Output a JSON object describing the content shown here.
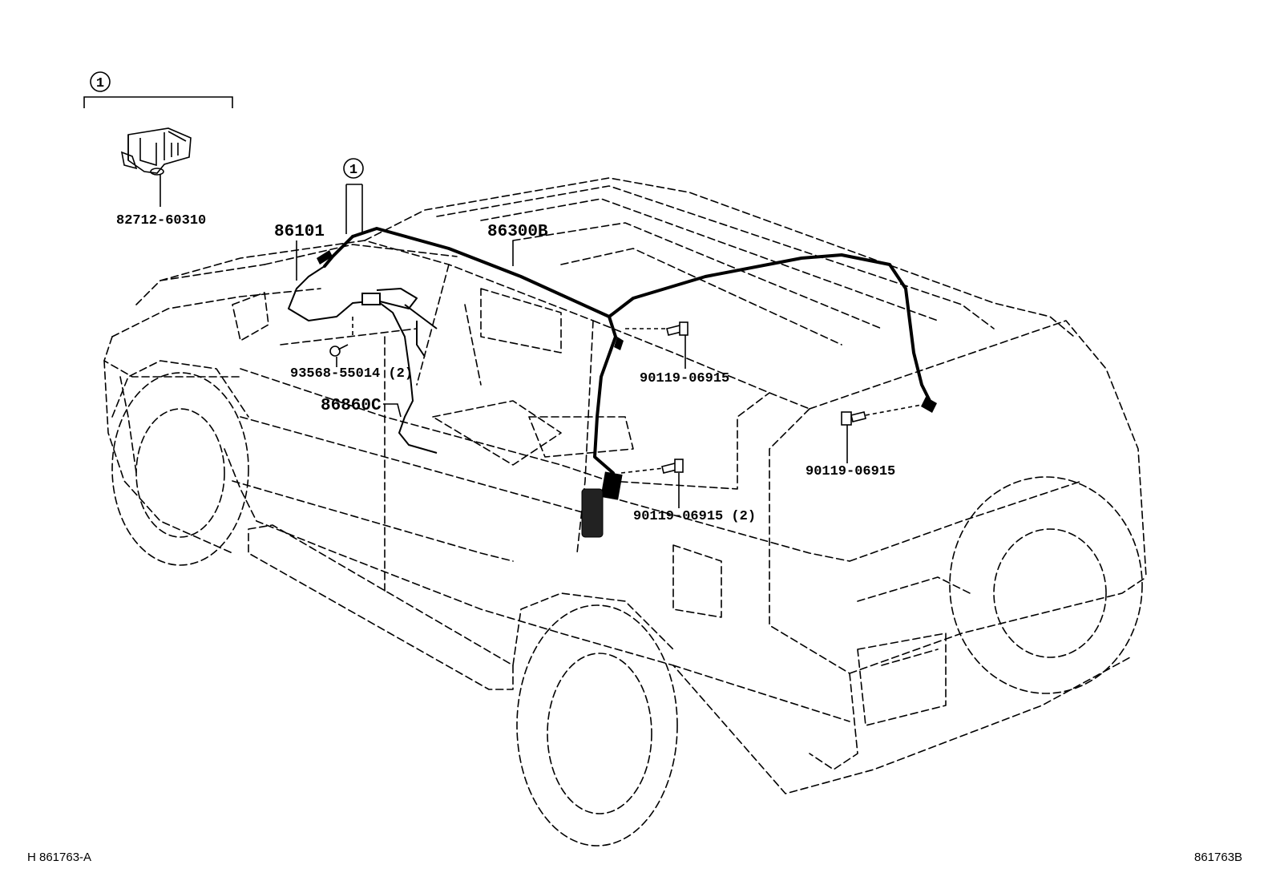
{
  "callouts": {
    "group_marker_top": "1",
    "group_marker_antenna": "1"
  },
  "parts": {
    "bracket": "82712-60310",
    "antenna": "86101",
    "cord_roof": "86300B",
    "cord_front": "86860C",
    "screw_front": "93568-55014 (2)",
    "bolt_upper": "90119-06915",
    "bolt_rear": "90119-06915",
    "bolt_lower": "90119-06915 (2)"
  },
  "footer": {
    "left_code": "H  861763-A",
    "right_code": "861763B"
  }
}
